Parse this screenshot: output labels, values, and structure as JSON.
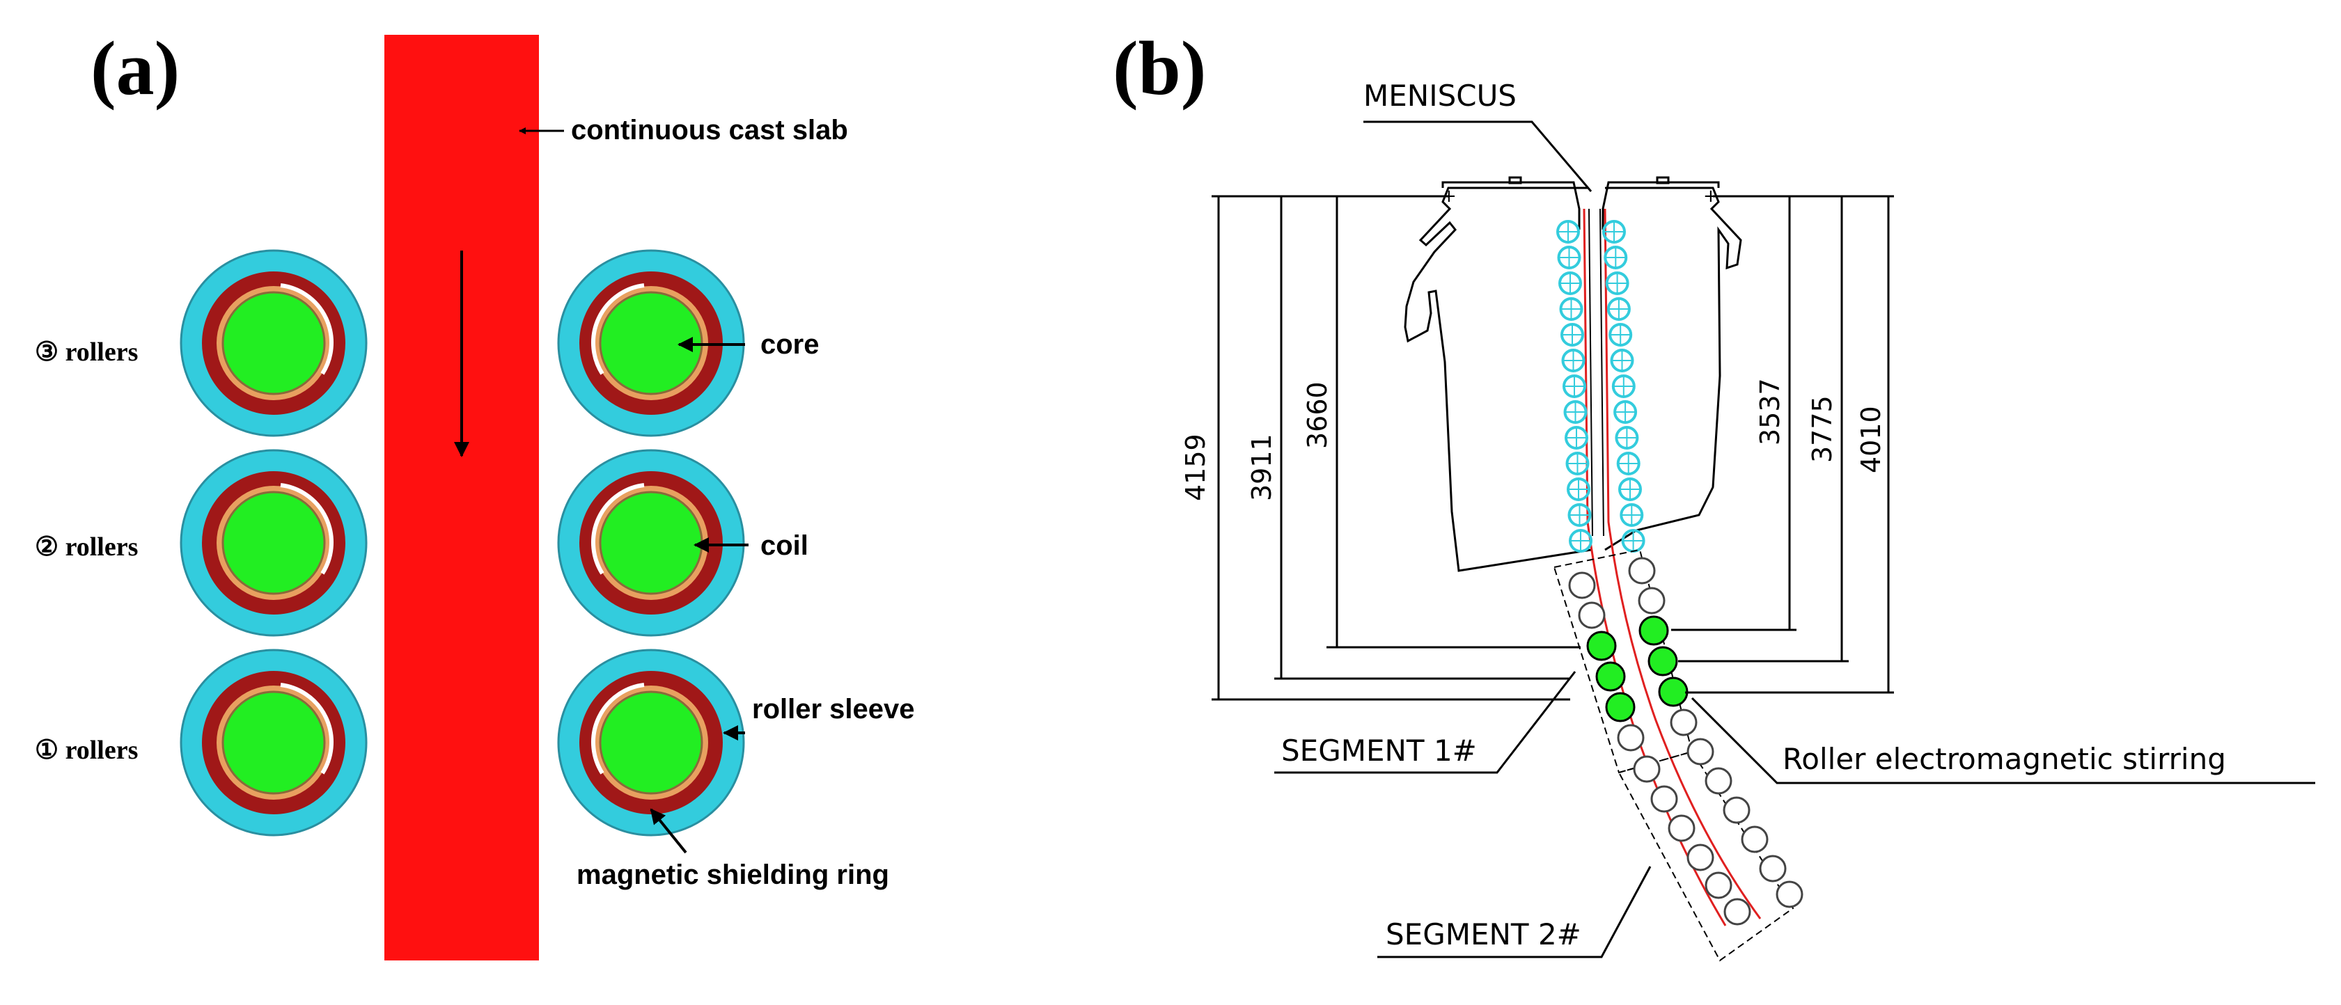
{
  "panel_a": {
    "label": "(a)",
    "slab_label": "continuous cast slab",
    "row_labels": [
      "③ rollers",
      "② rollers",
      "① rollers"
    ],
    "component_labels": {
      "core": "core",
      "coil": "coil",
      "roller_sleeve": "roller sleeve",
      "shielding_ring": "magnetic shielding ring"
    },
    "colors": {
      "slab": "#ff1010",
      "sleeve": "#33ccdd",
      "shielding_ring": "#a01818",
      "coil": "#e8a060",
      "core": "#22ee22"
    }
  },
  "panel_b": {
    "label": "(b)",
    "meniscus": "MENISCUS",
    "segment1": "SEGMENT 1#",
    "segment2": "SEGMENT 2#",
    "stirring": "Roller electromagnetic stirring",
    "dimensions": {
      "d4159": "4159",
      "d3911": "3911",
      "d3660": "3660",
      "d3537": "3537",
      "d3775": "3775",
      "d4010": "4010"
    },
    "colors": {
      "mold_roller": "#33ccdd",
      "stirring_roller": "#22ee22",
      "strand": "#e02020"
    }
  }
}
